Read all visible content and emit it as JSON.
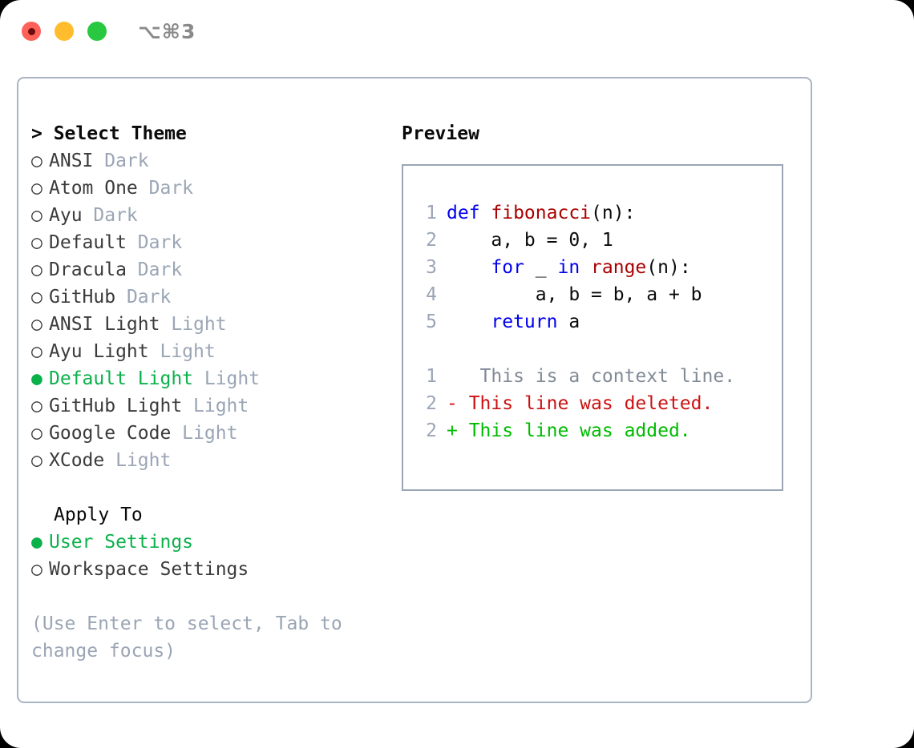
{
  "titlebar": {
    "shortcut": "⌥⌘3",
    "buttons": [
      {
        "name": "close",
        "color": "#ff6159"
      },
      {
        "name": "minimize",
        "color": "#ffbd2e"
      },
      {
        "name": "maximize",
        "color": "#28c840"
      }
    ]
  },
  "theme_picker": {
    "heading": "> Select Theme",
    "bullet_selected": "●",
    "bullet_unselected": "○",
    "accent_color": "#0bb14b",
    "items": [
      {
        "label": "ANSI",
        "meta": "Dark",
        "selected": false
      },
      {
        "label": "Atom One",
        "meta": "Dark",
        "selected": false
      },
      {
        "label": "Ayu",
        "meta": "Dark",
        "selected": false
      },
      {
        "label": "Default",
        "meta": "Dark",
        "selected": false
      },
      {
        "label": "Dracula",
        "meta": "Dark",
        "selected": false
      },
      {
        "label": "GitHub",
        "meta": "Dark",
        "selected": false
      },
      {
        "label": "ANSI Light",
        "meta": "Light",
        "selected": false
      },
      {
        "label": "Ayu Light",
        "meta": "Light",
        "selected": false
      },
      {
        "label": "Default Light",
        "meta": "Light",
        "selected": true
      },
      {
        "label": "GitHub Light",
        "meta": "Light",
        "selected": false
      },
      {
        "label": "Google Code",
        "meta": "Light",
        "selected": false
      },
      {
        "label": "XCode",
        "meta": "Light",
        "selected": false
      }
    ]
  },
  "apply_to": {
    "heading": "Apply To",
    "items": [
      {
        "label": "User Settings",
        "selected": true
      },
      {
        "label": "Workspace Settings",
        "selected": false
      }
    ]
  },
  "hint": "(Use Enter to select, Tab to change focus)",
  "preview": {
    "heading": "Preview",
    "code_lines": [
      {
        "no": "1",
        "tokens": [
          {
            "t": "def ",
            "c": "kw"
          },
          {
            "t": "fibonacci",
            "c": "fn"
          },
          {
            "t": "(n):",
            "c": "plain"
          }
        ]
      },
      {
        "no": "2",
        "tokens": [
          {
            "t": "    a, b = 0, 1",
            "c": "plain"
          }
        ]
      },
      {
        "no": "3",
        "tokens": [
          {
            "t": "    ",
            "c": "plain"
          },
          {
            "t": "for",
            "c": "kw"
          },
          {
            "t": " _ ",
            "c": "plain"
          },
          {
            "t": "in ",
            "c": "kw"
          },
          {
            "t": "range",
            "c": "fn"
          },
          {
            "t": "(n):",
            "c": "plain"
          }
        ]
      },
      {
        "no": "4",
        "tokens": [
          {
            "t": "        a, b = b, a + b",
            "c": "plain"
          }
        ]
      },
      {
        "no": "5",
        "tokens": [
          {
            "t": "    ",
            "c": "plain"
          },
          {
            "t": "return",
            "c": "kw"
          },
          {
            "t": " a",
            "c": "plain"
          }
        ]
      }
    ],
    "diff_lines": [
      {
        "no": "1",
        "marker": " ",
        "text": "  This is a context line.",
        "kind": "context"
      },
      {
        "no": "2",
        "marker": "-",
        "text": " This line was deleted.",
        "kind": "deleted"
      },
      {
        "no": "2",
        "marker": "+",
        "text": " This line was added.",
        "kind": "added"
      }
    ],
    "colors": {
      "keyword": "#0000ee",
      "function": "#aa0000",
      "text": "#0a0a0a",
      "lineno": "#9aa5b5",
      "diff_context": "#808a96",
      "diff_deleted": "#cc1111",
      "diff_added": "#00bb00"
    }
  }
}
